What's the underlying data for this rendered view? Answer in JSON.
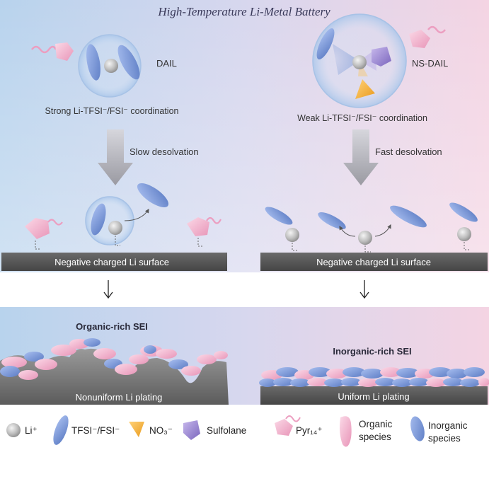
{
  "title": "High-Temperature Li-Metal Battery",
  "left_panel": {
    "electrolyte_label": "DAIL",
    "coordination": "Strong Li-TFSI⁻/FSI⁻ coordination",
    "desolvation": "Slow desolvation",
    "surface": "Negative charged Li surface",
    "sei": "Organic-rich SEI",
    "plating": "Nonuniform Li plating"
  },
  "right_panel": {
    "electrolyte_label": "NS-DAIL",
    "coordination": "Weak Li-TFSI⁻/FSI⁻ coordination",
    "desolvation": "Fast desolvation",
    "surface": "Negative charged Li surface",
    "sei": "Inorganic-rich SEI",
    "plating": "Uniform Li plating"
  },
  "legend": {
    "li": "Li⁺",
    "tfsi": "TFSI⁻/FSI⁻",
    "no3": "NO₃⁻",
    "sulfolane": "Sulfolane",
    "pyr": "Pyr₁₄⁺",
    "organic_1": "Organic",
    "organic_2": "species",
    "inorganic_1": "Inorganic",
    "inorganic_2": "species"
  },
  "colors": {
    "bg_left": "#b9d3ec",
    "bg_right": "#f3d5e3",
    "li_surface": "#5a5a5a",
    "tfsi_blue": "#7b9ad6",
    "pink_cation": "#f0b8cf",
    "no3_orange": "#f2b13c",
    "sulfolane_purple": "#9b8ad0",
    "arrow_gray": "#a6a6ad"
  },
  "icons": [
    "li-ion-icon",
    "tfsi-anion-icon",
    "no3-anion-icon",
    "sulfolane-icon",
    "pyr14-cation-icon",
    "organic-species-icon",
    "inorganic-species-icon"
  ]
}
